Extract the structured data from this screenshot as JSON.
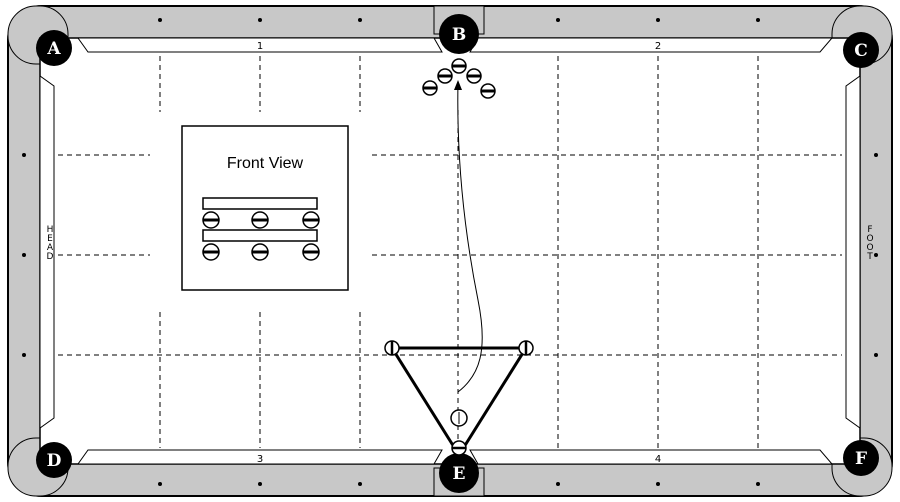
{
  "pockets": [
    {
      "id": "A",
      "label": "A"
    },
    {
      "id": "B",
      "label": "B"
    },
    {
      "id": "C",
      "label": "C"
    },
    {
      "id": "D",
      "label": "D"
    },
    {
      "id": "E",
      "label": "E"
    },
    {
      "id": "F",
      "label": "F"
    }
  ],
  "diamond_numbers": [
    "1",
    "2",
    "3",
    "4"
  ],
  "side_labels": {
    "head": "HEAD",
    "foot": "FOOT"
  },
  "front_view": {
    "title": "Front View"
  },
  "colors": {
    "rail": "#c8c8c8",
    "cushion": "#ffffff",
    "pocket": "#000000",
    "grid": "#000000"
  }
}
